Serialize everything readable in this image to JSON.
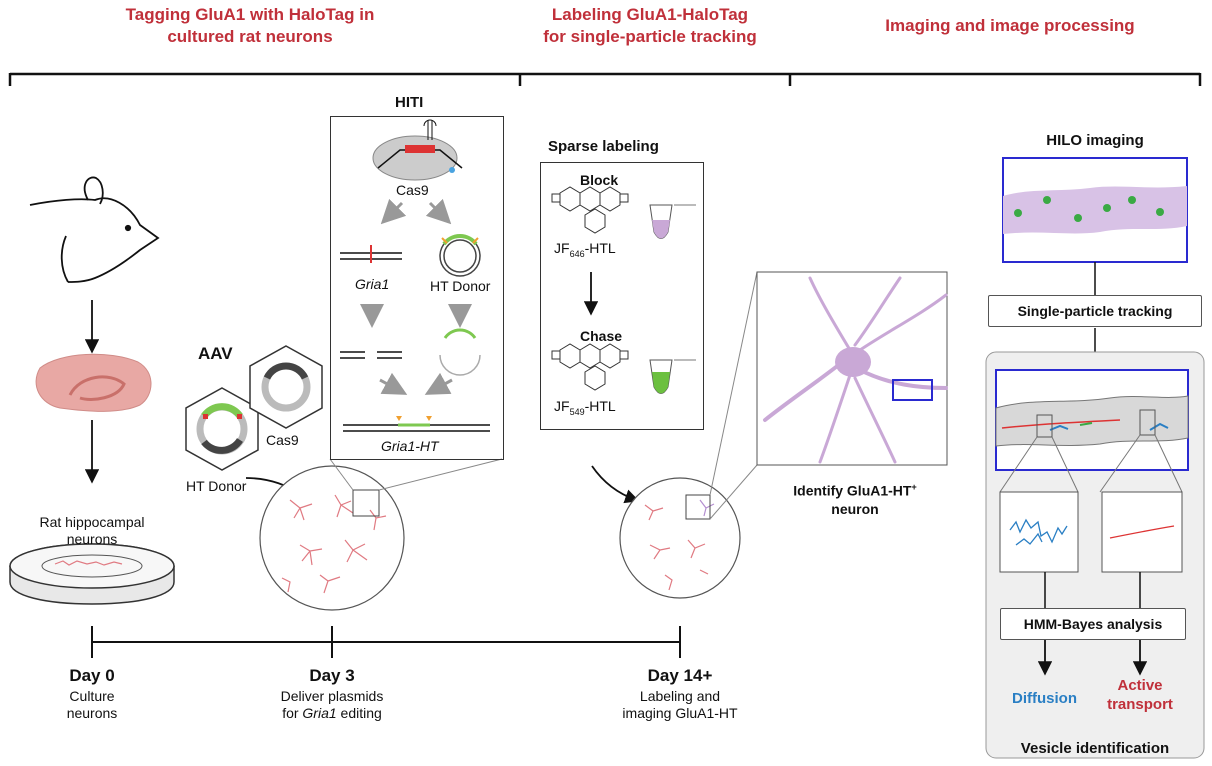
{
  "headers": {
    "section1": "Tagging GluA1 with HaloTag in cultured rat neurons",
    "section2": "Labeling GluA1-HaloTag for single-particle tracking",
    "section3": "Imaging and image processing"
  },
  "section1_lines": [
    "Tagging GluA1 with HaloTag in",
    "cultured rat neurons"
  ],
  "section2_lines": [
    "Labeling GluA1-HaloTag",
    "for single-particle tracking"
  ],
  "hiti": {
    "title": "HITI",
    "cas9": "Cas9",
    "gria1": "Gria1",
    "ht_donor": "HT Donor",
    "product": "Gria1-HT"
  },
  "aav": {
    "title": "AAV",
    "cas9": "Cas9",
    "ht_donor": "HT Donor"
  },
  "rat": {
    "label_line1": "Rat hippocampal",
    "label_line2": "neurons"
  },
  "sparse": {
    "title": "Sparse labeling",
    "block": "Block",
    "jf646_main": "JF",
    "jf646_sub": "646",
    "jf646_suffix": "-HTL",
    "chase": "Chase",
    "jf549_main": "JF",
    "jf549_sub": "549",
    "jf549_suffix": "-HTL"
  },
  "identify": {
    "line1": "Identify GluA1-HT",
    "sup": "+",
    "line2": "neuron"
  },
  "imaging": {
    "hilo": "HILO imaging",
    "spt": "Single-particle tracking",
    "hmm": "HMM-Bayes analysis",
    "diffusion": "Diffusion",
    "active1": "Active",
    "active2": "transport",
    "vesicle": "Vesicle identification"
  },
  "timeline": {
    "day0": "Day 0",
    "day0_sub1": "Culture",
    "day0_sub2": "neurons",
    "day3": "Day 3",
    "day3_sub1": "Deliver plasmids",
    "day3_sub2_pre": "for ",
    "day3_sub2_em": "Gria1",
    "day3_sub2_post": " editing",
    "day14": "Day 14+",
    "day14_sub1": "Labeling and",
    "day14_sub2": "imaging GluA1-HT"
  },
  "colors": {
    "header_red": "#c0303a",
    "diffusion_blue": "#2a7fc4",
    "active_red": "#c0303a",
    "neuron_pink": "#e07a82",
    "dendrite_purple": "#c9a8d6",
    "frame_blue": "#2a2ad0",
    "donor_green": "#7ec850"
  }
}
